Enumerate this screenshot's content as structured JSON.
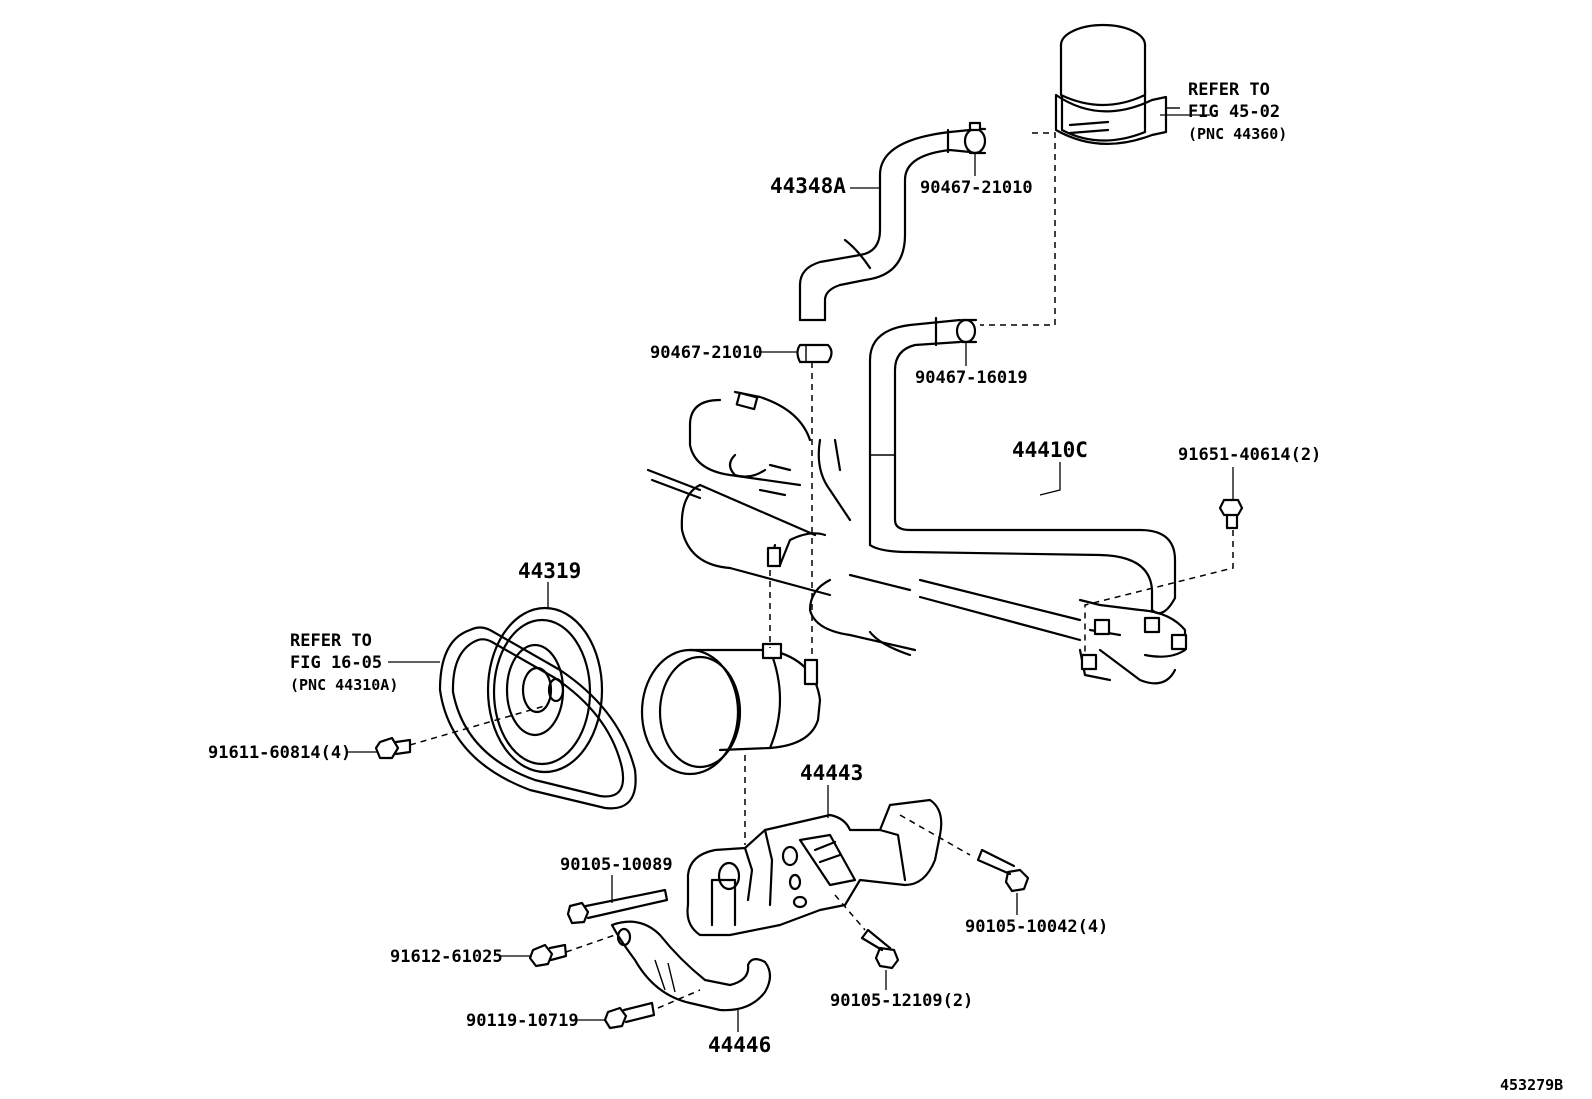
{
  "labels": {
    "hose_44348A": "44348A",
    "clamp_upper": "90467-21010",
    "clamp_mid": "90467-21010",
    "clamp_lower": "90467-16019",
    "tank_ref_line1": "REFER TO",
    "tank_ref_line2": "FIG 45-02",
    "tank_ref_line3": "(PNC 44360)",
    "hose_44410C": "44410C",
    "bolt_91651": "91651-40614(2)",
    "pulley_44319": "44319",
    "belt_ref_line1": "REFER TO",
    "belt_ref_line2": "FIG 16-05",
    "belt_ref_line3": "(PNC 44310A)",
    "bolt_91611": "91611-60814(4)",
    "bracket_44443": "44443",
    "bolt_90105_10089": "90105-10089",
    "bolt_90105_10042": "90105-10042(4)",
    "bolt_91612": "91612-61025",
    "bolt_90105_12109": "90105-12109(2)",
    "bolt_90119": "90119-10719",
    "stay_44446": "44446",
    "figure_id": "453279B"
  }
}
